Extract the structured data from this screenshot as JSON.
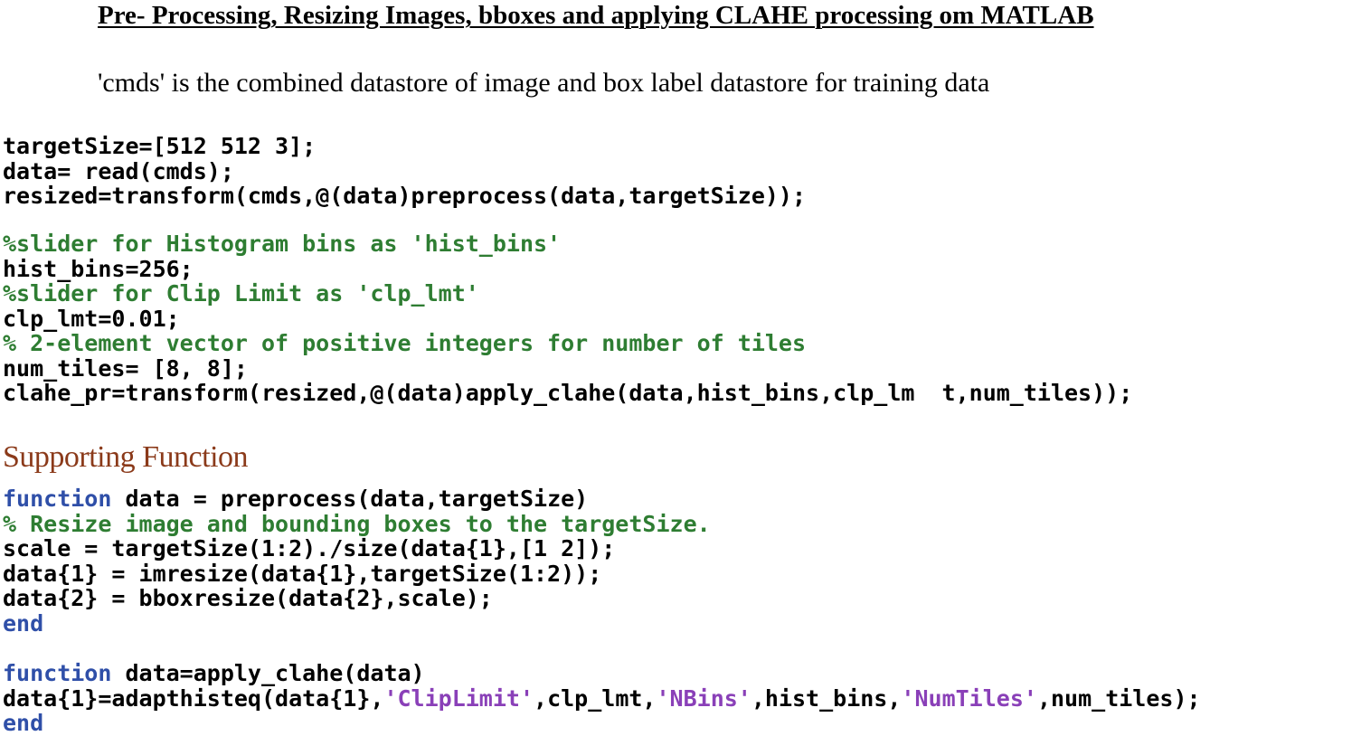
{
  "title": "Pre- Processing, Resizing Images, bboxes and applying CLAHE processing om MATLAB",
  "subtitle": "'cmds' is the combined datastore of image and box label datastore for training data",
  "code_block_1": [
    "targetSize=[512 512 3];",
    "data= read(cmds);",
    "resized=transform(cmds,@(data)preprocess(data,targetSize));"
  ],
  "code_block_2": {
    "comment_hist": "%slider for Histogram bins as 'hist_bins'",
    "hist_bins": "hist_bins=256;",
    "comment_clip": "%slider for Clip Limit as 'clp_lmt'",
    "clp_lmt": "clp_lmt=0.01;",
    "comment_tiles": "% 2-element vector of positive integers for number of tiles",
    "num_tiles": "num_tiles= [8, 8];",
    "clahe_pr": "clahe_pr=transform(resized,@(data)apply_clahe(data,hist_bins,clp_lm  t,num_tiles));"
  },
  "section_heading": "Supporting Function",
  "code_block_3": {
    "kw_function": "function",
    "signature": " data = preprocess(data,targetSize)",
    "comment": "% Resize image and bounding boxes to the targetSize.",
    "scale": "scale = targetSize(1:2)./size(data{1},[1 2]);",
    "imresize": "data{1} = imresize(data{1},targetSize(1:2));",
    "bboxresize": "data{2} = bboxresize(data{2},scale);",
    "kw_end": "end"
  },
  "code_block_4": {
    "kw_function": "function",
    "signature": " data=apply_clahe(data)",
    "call_start": "data{1}=adapthisteq(data{1},",
    "str_cliplimit": "'ClipLimit'",
    "arg_clp": ",clp_lmt,",
    "str_nbins": "'NBins'",
    "arg_bins": ",hist_bins,",
    "str_numtiles": "'NumTiles'",
    "arg_tiles": ",num_tiles);",
    "kw_end": "end"
  },
  "colors": {
    "keyword": "#2f4fa8",
    "comment": "#2e7d32",
    "string": "#8a40b8",
    "section_heading": "#8b3a1a"
  }
}
